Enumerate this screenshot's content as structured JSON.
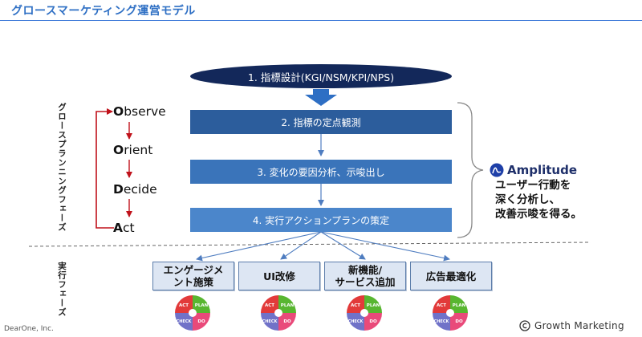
{
  "header": {
    "title": "グロースマーケティング運営モデル"
  },
  "labels": {
    "growth_planning_phase": "グロースプランニングフェーズ",
    "execution_phase": "実行フェーズ"
  },
  "ooda": [
    {
      "first": "O",
      "rest": "bserve"
    },
    {
      "first": "O",
      "rest": "rient"
    },
    {
      "first": "D",
      "rest": "ecide"
    },
    {
      "first": "A",
      "rest": "ct"
    }
  ],
  "steps": {
    "design": "1. 指標設計(KGI/NSM/KPI/NPS)",
    "observe": "2. 指標の定点観測",
    "analyze": "3. 変化の要因分析、示唆出し",
    "plan": "4. 実行アクションプランの策定"
  },
  "amplitude": {
    "brand": "Amplitude",
    "desc_line1": "ユーザー行動を",
    "desc_line2": "深く分析し、",
    "desc_line3": "改善示唆を得る。"
  },
  "exec": [
    {
      "line1": "エンゲージメ",
      "line2": "ント施策"
    },
    {
      "line1": "UI改修",
      "line2": ""
    },
    {
      "line1": "新機能/",
      "line2": "サービス追加"
    },
    {
      "line1": "広告最適化",
      "line2": ""
    }
  ],
  "pdca": {
    "act": "ACT",
    "plan": "PLAN",
    "check": "CHECK",
    "do": "DO"
  },
  "colors": {
    "accent_blue": "#2e6fc4",
    "ellipse": "#13285a",
    "step_dark": "#2c5d9c",
    "step_mid": "#3a74ba",
    "step_light": "#4b86cb",
    "ooda_arrow": "#c0121b",
    "pdca_act": "#e23a3a",
    "pdca_plan": "#58b630",
    "pdca_check": "#7072c8",
    "pdca_do": "#e94a7a"
  },
  "footer": {
    "left": "DearOne, Inc.",
    "right": "Growth Marketing"
  }
}
